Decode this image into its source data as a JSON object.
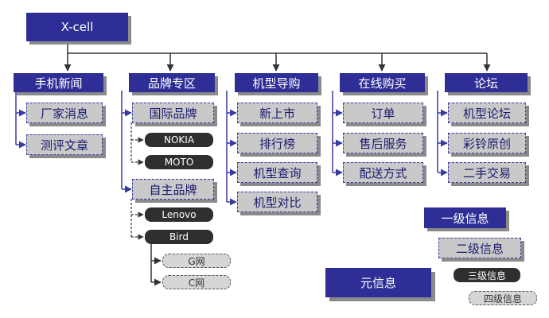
{
  "diagram": {
    "root": "X-cell",
    "columns": [
      {
        "title": "手机新闻",
        "items": [
          "厂家消息",
          "测评文章"
        ]
      },
      {
        "title": "品牌专区",
        "items": [
          "国际品牌",
          "自主品牌"
        ]
      },
      {
        "title": "机型导购",
        "items": [
          "新上市",
          "排行榜",
          "机型查询",
          "机型对比"
        ]
      },
      {
        "title": "在线购买",
        "items": [
          "订单",
          "售后服务",
          "配送方式"
        ]
      },
      {
        "title": "论坛",
        "items": [
          "机型论坛",
          "彩铃原创",
          "二手交易"
        ]
      }
    ],
    "brands": {
      "international": [
        "NOKIA",
        "MOTO"
      ],
      "domestic": [
        "Lenovo",
        "Bird"
      ],
      "bird_networks": [
        "G网",
        "C网"
      ]
    },
    "legend": {
      "meta": "元信息",
      "level1": "一级信息",
      "level2": "二级信息",
      "level3": "三级信息",
      "level4": "四级信息"
    },
    "colors": {
      "level1_fill": "#2e2e96",
      "level2_fill": "#c9c9c9",
      "level3_fill": "#2f2f2f",
      "level4_fill": "#d6d6d6",
      "connector": "#333333",
      "level2_connector": "#3a3aa0"
    }
  }
}
